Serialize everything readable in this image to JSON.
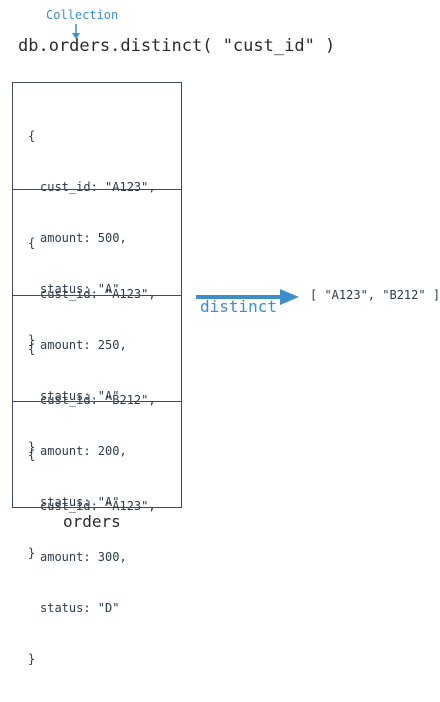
{
  "command": {
    "collection_label": "Collection",
    "text": "db.orders.distinct( \"cust_id\" )"
  },
  "collection": {
    "name": "orders",
    "documents": [
      {
        "open": "{",
        "fields": [
          "cust_id: \"A123\",",
          "amount: 500,",
          "status: \"A\""
        ],
        "close": "}"
      },
      {
        "open": "{",
        "fields": [
          "cust_id: \"A123\",",
          "amount: 250,",
          "status: \"A\""
        ],
        "close": "}"
      },
      {
        "open": "{",
        "fields": [
          "cust_id: \"B212\",",
          "amount: 200,",
          "status: \"A\""
        ],
        "close": "}"
      },
      {
        "open": "{",
        "fields": [
          "cust_id: \"A123\",",
          "amount: 300,",
          "status: \"D\""
        ],
        "close": "}"
      }
    ]
  },
  "operation": {
    "label": "distinct",
    "result": "[ \"A123\", \"B212\" ]"
  },
  "colors": {
    "accent": "#3d8fc9",
    "text": "#2b2b2b",
    "border": "#3b4a5c"
  },
  "icons": {
    "collection_pointer": "down-arrow-icon",
    "operation_arrow": "right-arrow-icon"
  }
}
